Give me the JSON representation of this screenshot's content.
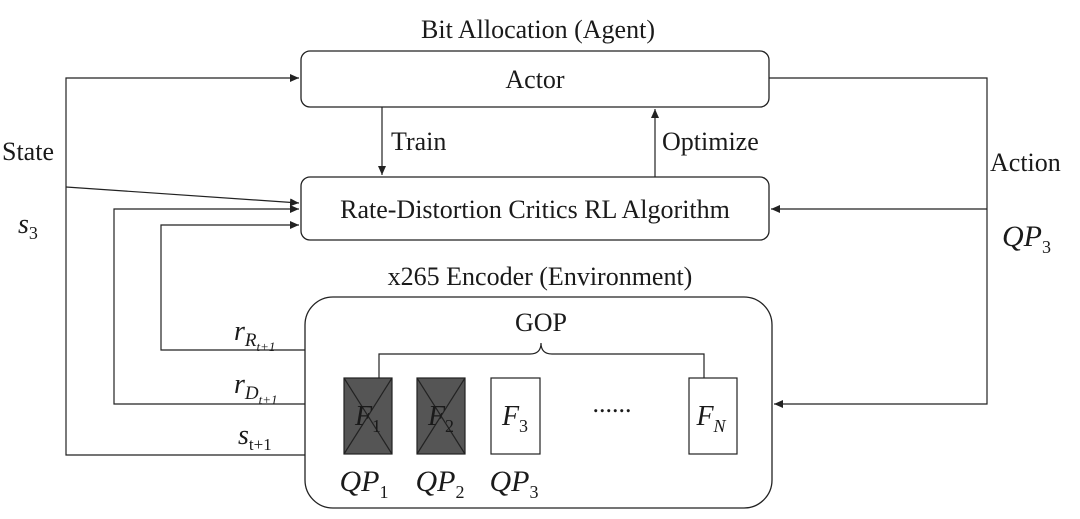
{
  "agent": {
    "title": "Bit Allocation (Agent)",
    "actor_label": "Actor",
    "train_label": "Train",
    "optimize_label": "Optimize",
    "critics_label": "Rate-Distortion Critics RL Algorithm"
  },
  "environment": {
    "title": "x265 Encoder (Environment)",
    "gop_label": "GOP",
    "dots": "......",
    "frames": [
      {
        "base": "F",
        "sub": "1",
        "state": "encoded"
      },
      {
        "base": "F",
        "sub": "2",
        "state": "encoded"
      },
      {
        "base": "F",
        "sub": "3",
        "state": "current"
      },
      {
        "base": "F",
        "sub": "N",
        "state": "pending"
      }
    ],
    "qp": [
      {
        "base": "QP",
        "sub": "1"
      },
      {
        "base": "QP",
        "sub": "2"
      },
      {
        "base": "QP",
        "sub": "3"
      }
    ]
  },
  "state": {
    "label": "State",
    "symbol_base": "s",
    "symbol_sub": "3"
  },
  "action": {
    "label": "Action",
    "symbol_base": "QP",
    "symbol_sub": "3"
  },
  "feedback": {
    "rate_reward": {
      "base": "r",
      "sub": "R",
      "subsub": "t+1"
    },
    "dist_reward": {
      "base": "r",
      "sub": "D",
      "subsub": "t+1"
    },
    "next_state": {
      "base": "s",
      "sub": "t+1"
    }
  },
  "colors": {
    "encoded_frame": "#555555",
    "line": "#222222"
  }
}
